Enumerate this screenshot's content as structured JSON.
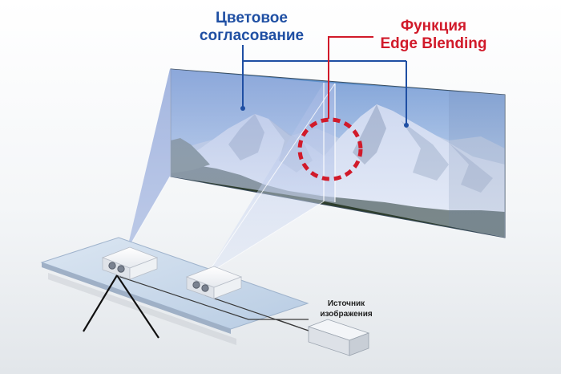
{
  "labels": {
    "color_matching": [
      "Цветовое",
      "согласование"
    ],
    "edge_blending": [
      "Функция",
      "Edge Blending"
    ],
    "image_source": [
      "Источник",
      "изображения"
    ]
  },
  "colors": {
    "color_matching": "#1f4fa3",
    "edge_blending": "#d11a2a",
    "beam": "#b9c8ea",
    "table": "#c5d6ea",
    "sky_top": "#4f86c8",
    "sky_bottom": "#dbe9f6",
    "forest": "#2d3d2c"
  },
  "icons": [
    "projector-icon",
    "projector-icon",
    "image-source-box-icon"
  ]
}
